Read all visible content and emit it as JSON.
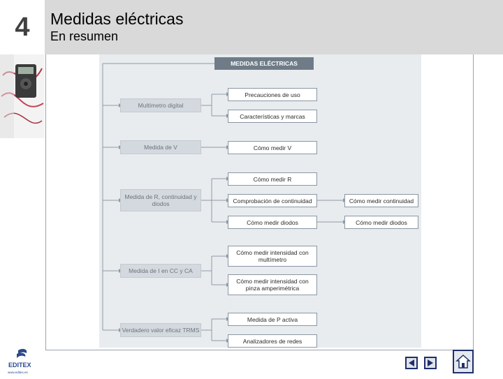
{
  "header": {
    "chapter_number": "4",
    "title": "Medidas eléctricas",
    "subtitle": "En resumen"
  },
  "logo": {
    "brand": "EDITEX",
    "url": "www.editex.es"
  },
  "diagram": {
    "root": "MEDIDAS ELÉCTRICAS",
    "categories": [
      {
        "label": "Multímetro digital"
      },
      {
        "label": "Medida de V"
      },
      {
        "label": "Medida de R, continuidad y diodos"
      },
      {
        "label": "Medida de I en CC y CA"
      },
      {
        "label": "Verdadero valor eficaz TRMS"
      }
    ],
    "items": [
      {
        "label": "Precauciones de uso"
      },
      {
        "label": "Características y marcas"
      },
      {
        "label": "Cómo medir V"
      },
      {
        "label": "Cómo medir R"
      },
      {
        "label": "Comprobación de continuidad"
      },
      {
        "label": "Cómo medir diodos"
      },
      {
        "label": "Cómo medir intensidad con multímetro"
      },
      {
        "label": "Cómo medir intensidad con pinza amperimétrica"
      },
      {
        "label": "Medida de P activa"
      },
      {
        "label": "Analizadores de redes"
      }
    ],
    "sub_items": [
      {
        "label": "Cómo medir continuidad"
      },
      {
        "label": "Cómo medir diodos"
      }
    ]
  },
  "navigation": {
    "prev_icon": "prev-arrow-icon",
    "next_icon": "next-arrow-icon",
    "home_icon": "home-icon"
  },
  "colors": {
    "header_bg": "#d9d9d9",
    "panel_bg": "#e8ecef",
    "root_bg": "#6f7c88",
    "nav_border": "#1f2f6b"
  }
}
